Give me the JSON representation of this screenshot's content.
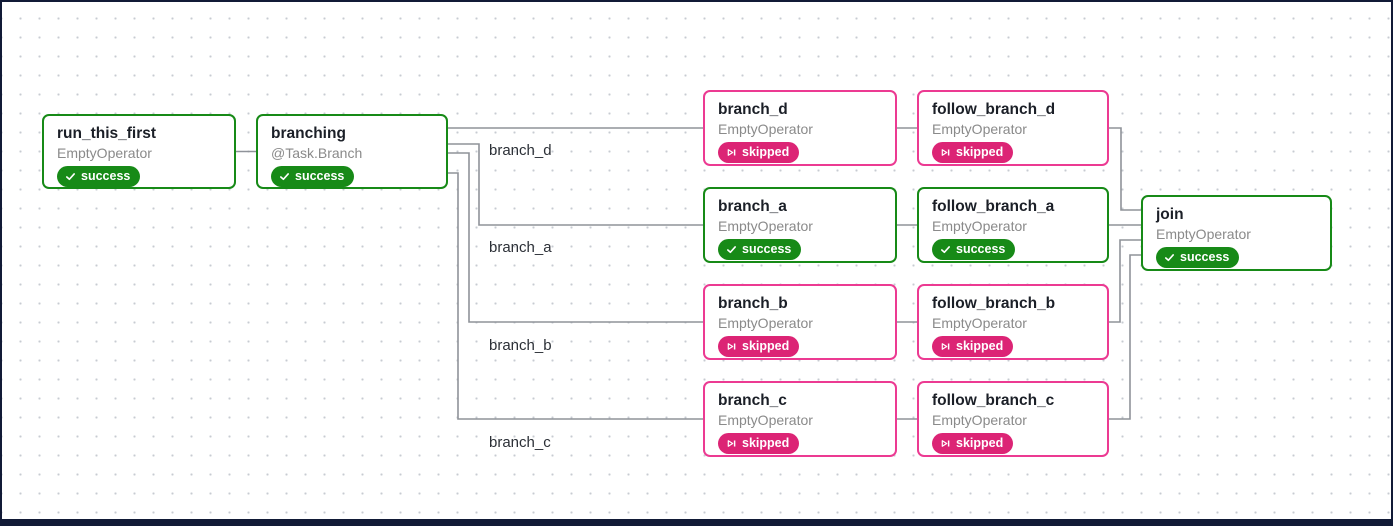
{
  "colors": {
    "success_green": "#178a17",
    "skipped_pink_badge": "#dc2475",
    "pink_border": "#ec3a92",
    "edge_gray": "#8f9399",
    "frame_navy": "#111a36",
    "dot_gray": "#c7cbd2"
  },
  "nodes": [
    {
      "id": "run_this_first",
      "title": "run_this_first",
      "operator": "EmptyOperator",
      "state": "success"
    },
    {
      "id": "branching",
      "title": "branching",
      "operator": "@Task.Branch",
      "state": "success"
    },
    {
      "id": "branch_d",
      "title": "branch_d",
      "operator": "EmptyOperator",
      "state": "skipped"
    },
    {
      "id": "follow_branch_d",
      "title": "follow_branch_d",
      "operator": "EmptyOperator",
      "state": "skipped"
    },
    {
      "id": "branch_a",
      "title": "branch_a",
      "operator": "EmptyOperator",
      "state": "success"
    },
    {
      "id": "follow_branch_a",
      "title": "follow_branch_a",
      "operator": "EmptyOperator",
      "state": "success"
    },
    {
      "id": "branch_b",
      "title": "branch_b",
      "operator": "EmptyOperator",
      "state": "skipped"
    },
    {
      "id": "follow_branch_b",
      "title": "follow_branch_b",
      "operator": "EmptyOperator",
      "state": "skipped"
    },
    {
      "id": "branch_c",
      "title": "branch_c",
      "operator": "EmptyOperator",
      "state": "skipped"
    },
    {
      "id": "follow_branch_c",
      "title": "follow_branch_c",
      "operator": "EmptyOperator",
      "state": "skipped"
    },
    {
      "id": "join",
      "title": "join",
      "operator": "EmptyOperator",
      "state": "success"
    }
  ],
  "edge_labels": [
    {
      "text": "branch_d"
    },
    {
      "text": "branch_a"
    },
    {
      "text": "branch_b"
    },
    {
      "text": "branch_c"
    }
  ]
}
